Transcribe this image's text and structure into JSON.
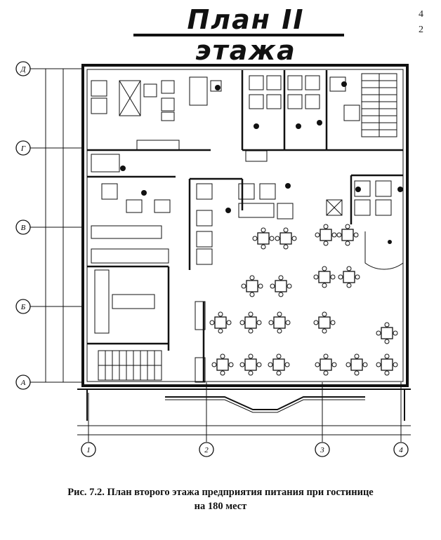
{
  "title": "План II этажа",
  "corner_marks": [
    "4",
    "2"
  ],
  "caption": {
    "line1": "Рис. 7.2. План второго этажа предприятия питания при гостинице",
    "line2": "на 180 мест"
  },
  "axes": {
    "rows": [
      "Д",
      "Г",
      "В",
      "Б",
      "А"
    ],
    "columns": [
      "1",
      "2",
      "3",
      "4"
    ]
  }
}
